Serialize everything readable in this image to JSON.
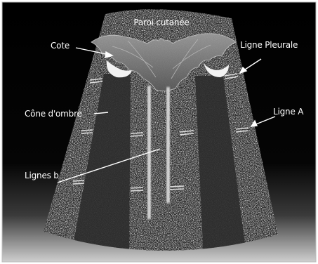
{
  "labels": {
    "skin_wall": "Paroi cutanée",
    "rib": "Cote",
    "pleural_line": "Ligne Pleurale",
    "shadow_cone": "Cône d'ombre",
    "a_line": "Ligne A",
    "b_lines": "Lignes b"
  },
  "icons": {
    "bat_sign": "bat-silhouette-icon",
    "rib_shadow": "rib-crescent-icon"
  },
  "colors": {
    "background": "#000000",
    "label_text": "#ffffff",
    "pleural_lines": "#dcdcdc"
  }
}
